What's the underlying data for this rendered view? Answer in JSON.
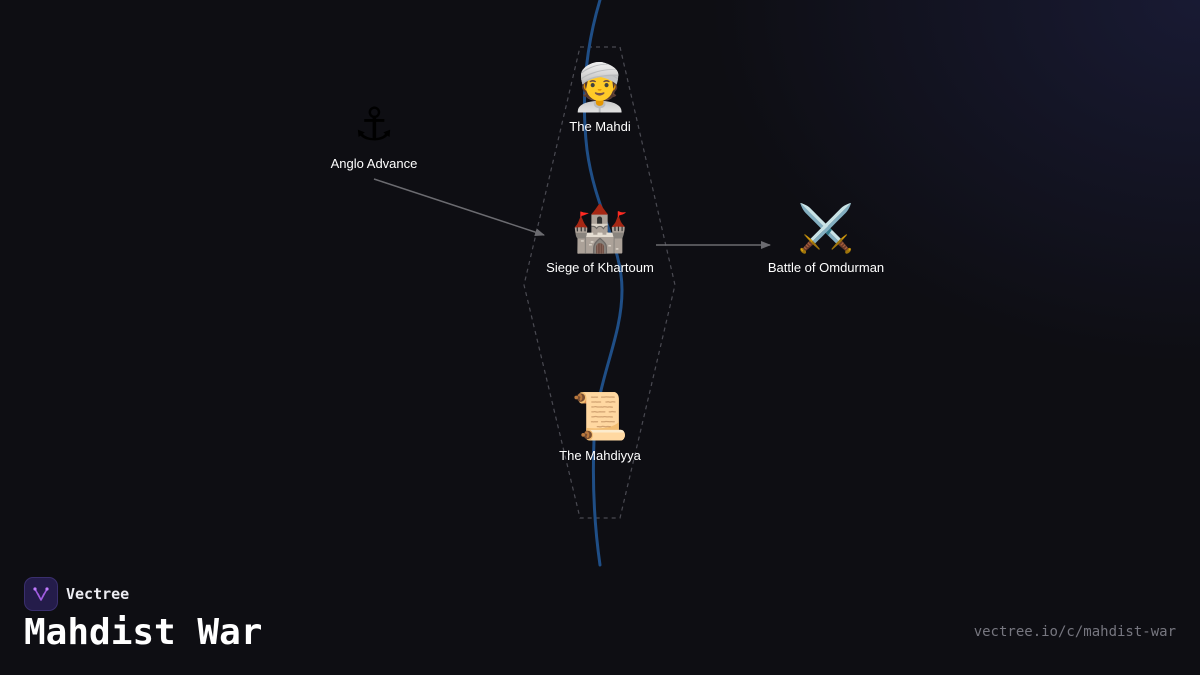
{
  "diagram": {
    "nodes": [
      {
        "id": "mahdi",
        "label": "The Mahdi",
        "icon": "👳",
        "icon_name": "turban-person-icon"
      },
      {
        "id": "anglo",
        "label": "Anglo Advance",
        "icon": "⚓",
        "icon_name": "anchor-icon"
      },
      {
        "id": "khartoum",
        "label": "Siege of Khartoum",
        "icon": "🏰",
        "icon_name": "castle-icon"
      },
      {
        "id": "omdurman",
        "label": "Battle of Omdurman",
        "icon": "⚔️",
        "icon_name": "crossed-swords-icon"
      },
      {
        "id": "mahdiyya",
        "label": "The Mahdiyya",
        "icon": "📜",
        "icon_name": "scroll-icon"
      }
    ],
    "edges": [
      {
        "from": "anglo",
        "to": "khartoum"
      },
      {
        "from": "khartoum",
        "to": "omdurman"
      }
    ],
    "colors": {
      "river": "#1f4e86",
      "edge": "#6b6b70",
      "group_outline": "#4a4a52"
    }
  },
  "footer": {
    "brand_name": "Vectree",
    "brand_icon": "vectree-logo-icon",
    "title": "Mahdist War",
    "url": "vectree.io/c/mahdist-war"
  }
}
